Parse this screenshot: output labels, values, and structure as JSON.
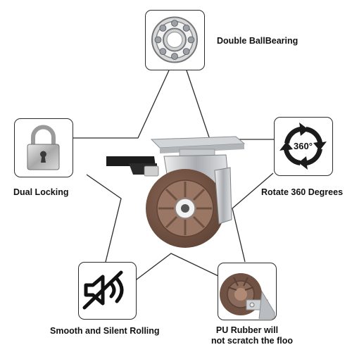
{
  "features": [
    {
      "icon": "ball-bearing-icon",
      "label": "Double BallBearing"
    },
    {
      "icon": "padlock-icon",
      "label": "Dual Locking"
    },
    {
      "icon": "rotate-360-icon",
      "label": "Rotate 360 Degrees",
      "badge": "360°"
    },
    {
      "icon": "silent-rolling-icon",
      "label": "Smooth and Silent Rolling"
    },
    {
      "icon": "rubber-wheel-closeup",
      "label_line1": "PU Rubber will",
      "label_line2": "not scratch the floo"
    }
  ],
  "product": {
    "icon": "swivel-caster-wheel"
  },
  "colors": {
    "outline": "#2b2b2b",
    "wheel": "#7a5a4a",
    "metal": "#b9bcc0"
  }
}
